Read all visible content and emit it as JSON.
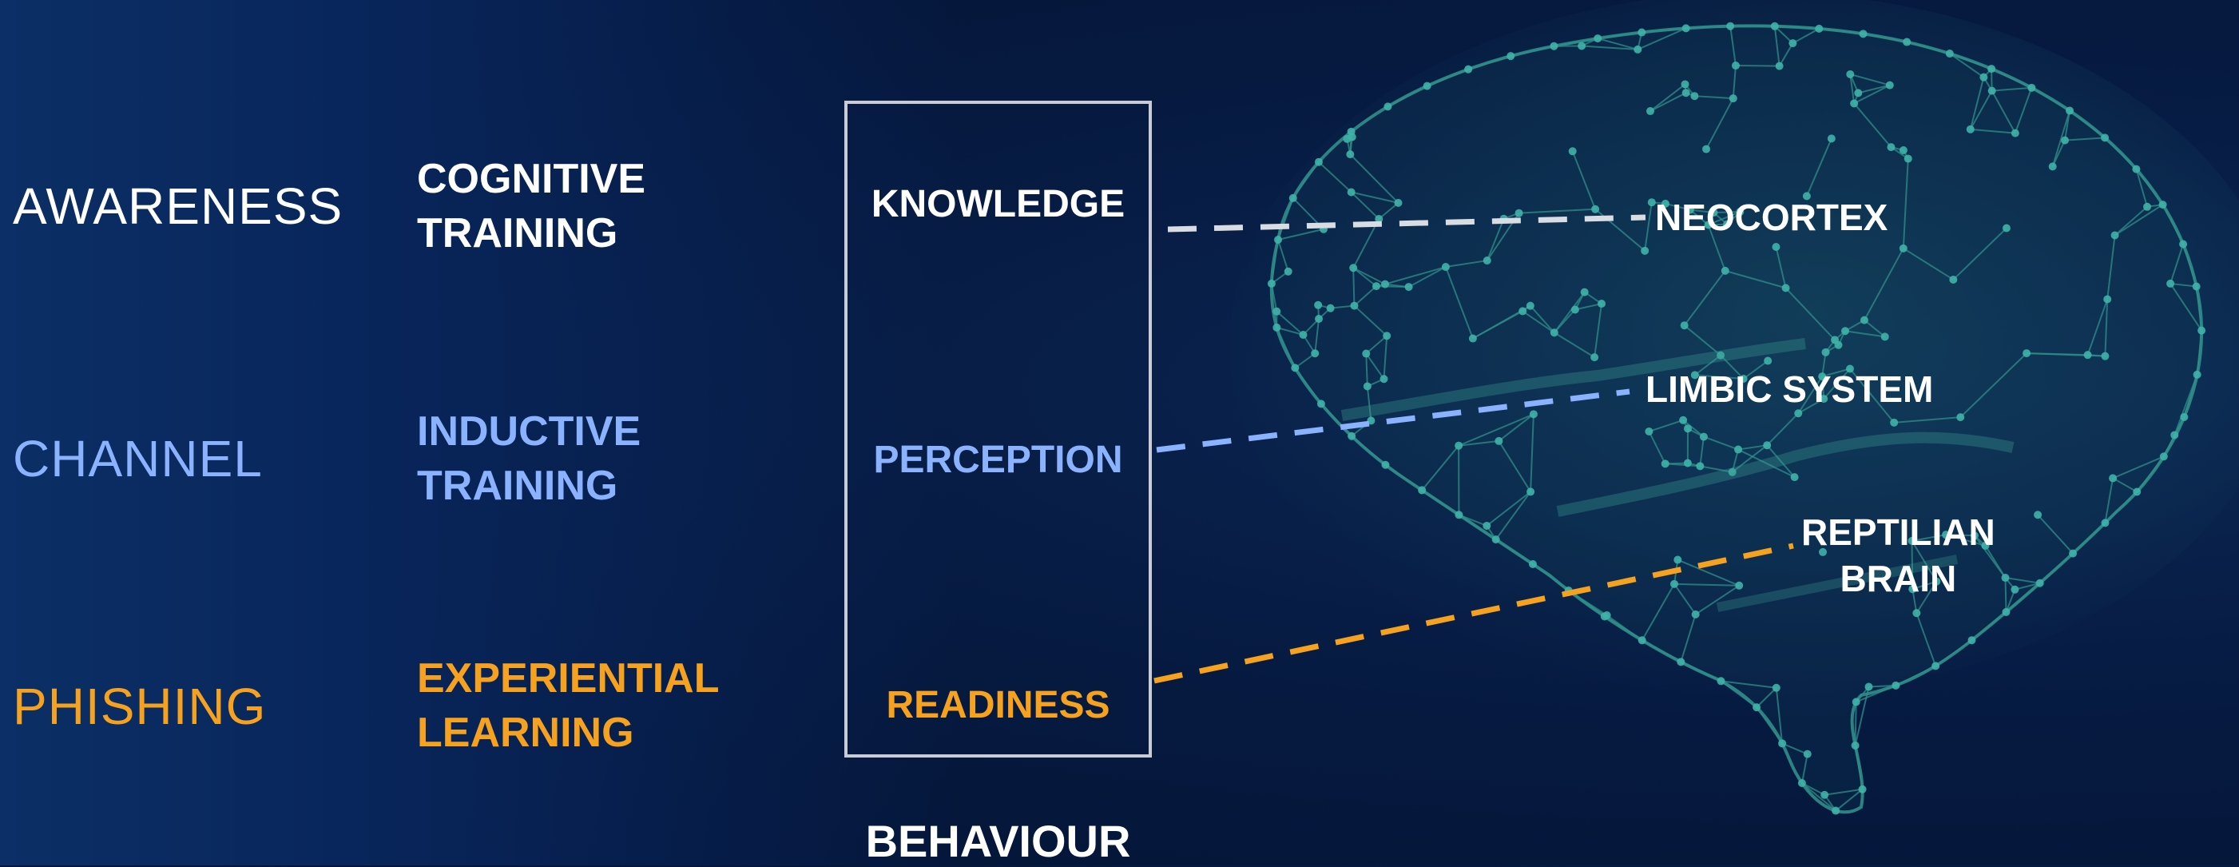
{
  "rows": [
    {
      "category": "AWARENESS",
      "training_line1": "COGNITIVE",
      "training_line2": "TRAINING",
      "box_label": "KNOWLEDGE",
      "color": "#ffffff"
    },
    {
      "category": "CHANNEL",
      "training_line1": "INDUCTIVE",
      "training_line2": "TRAINING",
      "box_label": "PERCEPTION",
      "color": "#8bb2ff"
    },
    {
      "category": "PHISHING",
      "training_line1": "EXPERIENTIAL",
      "training_line2": "LEARNING",
      "box_label": "READINESS",
      "color": "#f6a21f"
    }
  ],
  "box_footer": "BEHAVIOUR",
  "brain": {
    "neocortex": "NEOCORTEX",
    "limbic": "LIMBIC SYSTEM",
    "reptilian_line1": "REPTILIAN",
    "reptilian_line2": "BRAIN"
  },
  "colors": {
    "connector_white": "#d9dce2",
    "connector_blue": "#8bb2ff",
    "connector_orange": "#f6a21f",
    "brain_mesh": "#2f8f8a"
  }
}
